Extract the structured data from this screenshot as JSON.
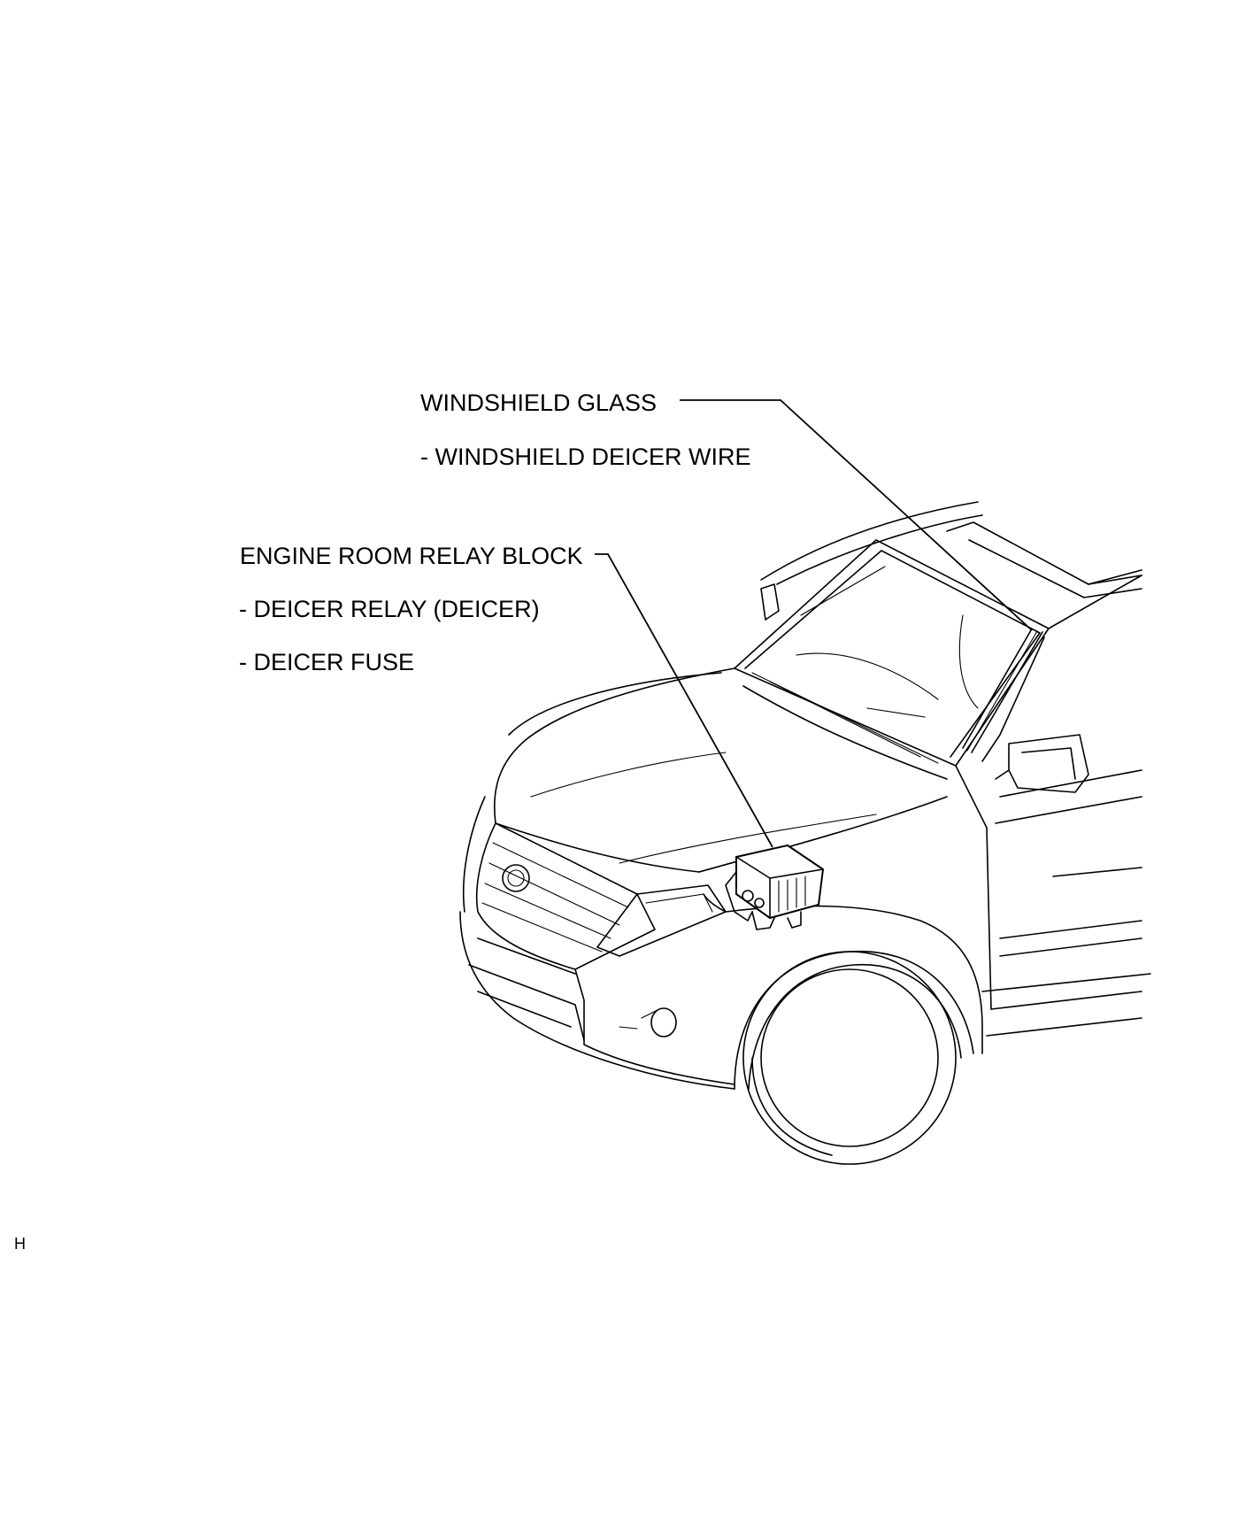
{
  "labels": {
    "windshield_glass": "WINDSHIELD GLASS",
    "windshield_deicer_wire": "- WINDSHIELD DEICER WIRE",
    "engine_room_relay_block": "ENGINE ROOM RELAY BLOCK",
    "deicer_relay": "- DEICER RELAY (DEICER)",
    "deicer_fuse": "- DEICER FUSE"
  },
  "figure_code": "H"
}
